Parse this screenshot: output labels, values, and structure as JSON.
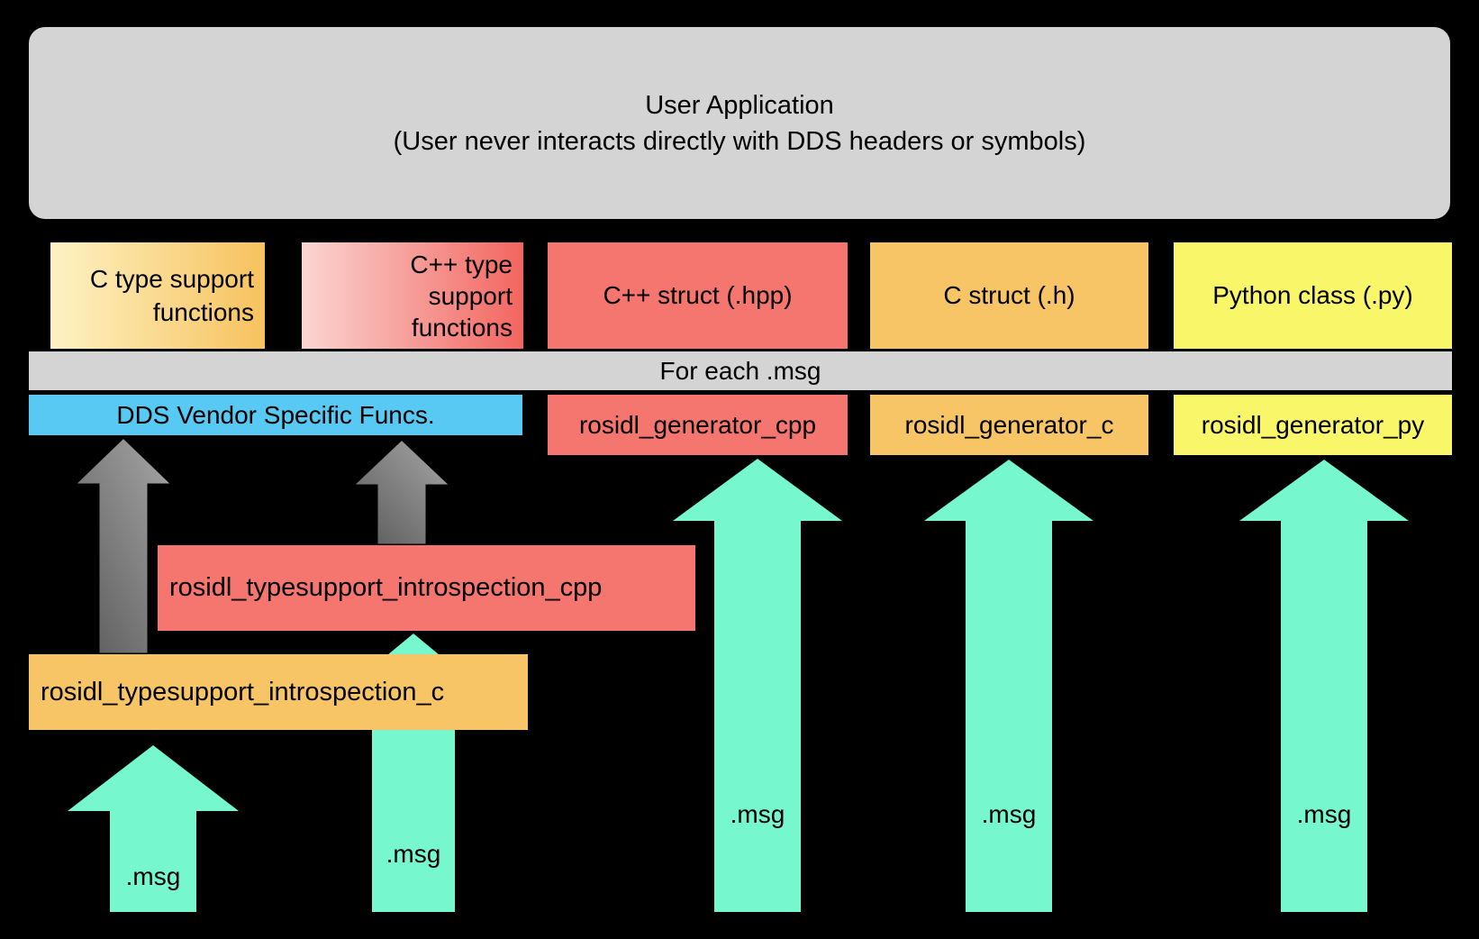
{
  "palette": {
    "background": "#000000",
    "panel_gray": "#d4d4d4",
    "red": "#f5756f",
    "orange": "#f8c566",
    "yellow": "#faf669",
    "blue": "#57c9f2",
    "teal": "#77f7cd",
    "gray_arrow_dark": "#585858",
    "gray_arrow_light": "#a8a8a8",
    "c_gradient_light": "#fdf2c4",
    "c_gradient_dark": "#f7c25e",
    "cpp_gradient_light": "#fad5d2",
    "cpp_gradient_dark": "#f3655f",
    "text": "#000000"
  },
  "user_application": {
    "title": "User Application",
    "subtitle": "(User never interacts directly with DDS headers or symbols)"
  },
  "artifact_row": {
    "c_type_support": {
      "lines": [
        "C type support",
        "functions"
      ]
    },
    "cpp_type_support": {
      "lines": [
        "C++ type",
        "support",
        "functions"
      ]
    },
    "cpp_struct": "C++ struct (.hpp)",
    "c_struct": "C struct (.h)",
    "python_class": "Python class (.py)"
  },
  "divider": {
    "label": "For each .msg"
  },
  "generator_row": {
    "dds_vendor": "DDS Vendor Specific Funcs.",
    "generator_cpp": "rosidl_generator_cpp",
    "generator_c": "rosidl_generator_c",
    "generator_py": "rosidl_generator_py"
  },
  "typesupport": {
    "introspection_cpp": "rosidl_typesupport_introspection_cpp",
    "introspection_c": "rosidl_typesupport_introspection_c"
  },
  "msg_inputs": [
    {
      "label": ".msg"
    },
    {
      "label": ".msg"
    },
    {
      "label": ".msg"
    },
    {
      "label": ".msg"
    },
    {
      "label": ".msg"
    }
  ]
}
